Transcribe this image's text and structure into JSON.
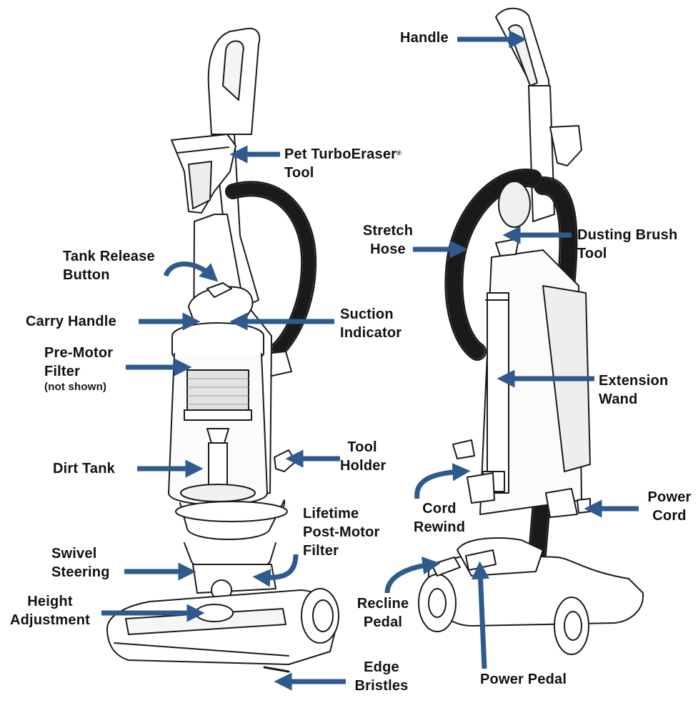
{
  "colors": {
    "arrow": "#2e5a8e",
    "line": "#1a1a1a"
  },
  "labels": {
    "handle": "Handle",
    "pet_turboeraser_1": "Pet TurboEraser",
    "pet_turboeraser_reg": "®",
    "pet_turboeraser_2": "Tool",
    "stretch_hose_1": "Stretch",
    "stretch_hose_2": "Hose",
    "dusting_brush_1": "Dusting Brush",
    "dusting_brush_2": "Tool",
    "tank_release_1": "Tank Release",
    "tank_release_2": "Button",
    "carry_handle": "Carry Handle",
    "suction_indicator_1": "Suction",
    "suction_indicator_2": "Indicator",
    "pre_motor_1": "Pre-Motor",
    "pre_motor_2": "Filter",
    "pre_motor_note": "(not shown)",
    "extension_wand_1": "Extension",
    "extension_wand_2": "Wand",
    "dirt_tank": "Dirt Tank",
    "tool_holder_1": "Tool",
    "tool_holder_2": "Holder",
    "power_cord_1": "Power",
    "power_cord_2": "Cord",
    "cord_rewind_1": "Cord",
    "cord_rewind_2": "Rewind",
    "lifetime_filter_1": "Lifetime",
    "lifetime_filter_2": "Post-Motor",
    "lifetime_filter_3": "Filter",
    "swivel_1": "Swivel",
    "swivel_2": "Steering",
    "height_1": "Height",
    "height_2": "Adjustment",
    "recline_1": "Recline",
    "recline_2": "Pedal",
    "power_pedal": "Power Pedal",
    "edge_1": "Edge",
    "edge_2": "Bristles"
  }
}
